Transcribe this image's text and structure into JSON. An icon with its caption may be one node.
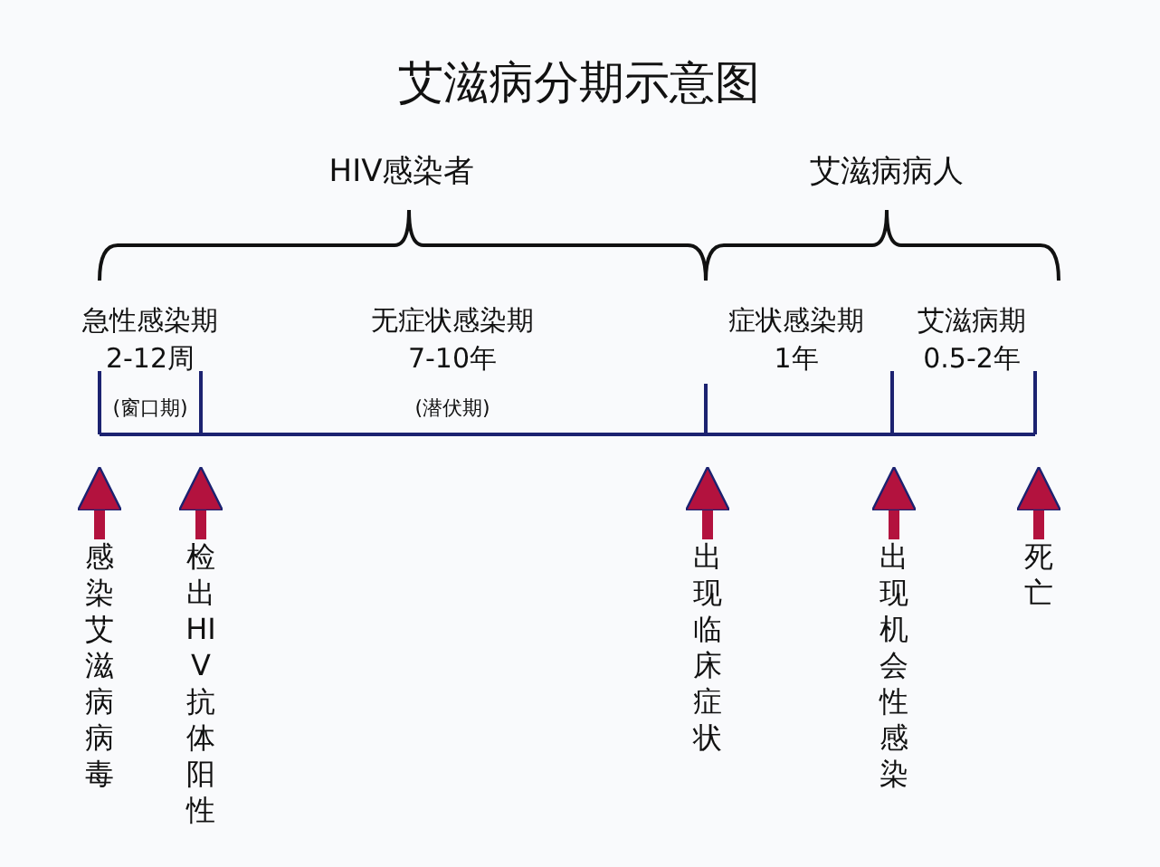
{
  "diagram": {
    "title": "艾滋病分期示意图",
    "nodes": [
      {
        "text": [
          "感染艾滋病病毒"
        ]
      },
      {
        "text": [
          "检出HIV抗体阳性"
        ]
      },
      {
        "text": [
          "出现临床症状"
        ]
      },
      {
        "text": [
          "出现机会性感染"
        ]
      },
      {
        "text": [
          "死亡"
        ]
      }
    ],
    "edges": [
      {
        "from": 0,
        "to": null,
        "arrow": "to"
      },
      {
        "from": 1,
        "to": null,
        "arrow": "to"
      },
      {
        "from": 2,
        "to": null,
        "arrow": "to"
      },
      {
        "from": 3,
        "to": null,
        "arrow": "to"
      },
      {
        "from": 4,
        "to": null,
        "arrow": "to"
      }
    ],
    "labels": [
      "HIV感染者",
      "艾滋病病人",
      "急性感染期",
      "2-12周",
      "(窗口期)",
      "无症状感染期",
      "7-10年",
      "(潜伏期)",
      "症状感染期",
      "1年",
      "艾滋病期",
      "0.5-2年"
    ]
  }
}
